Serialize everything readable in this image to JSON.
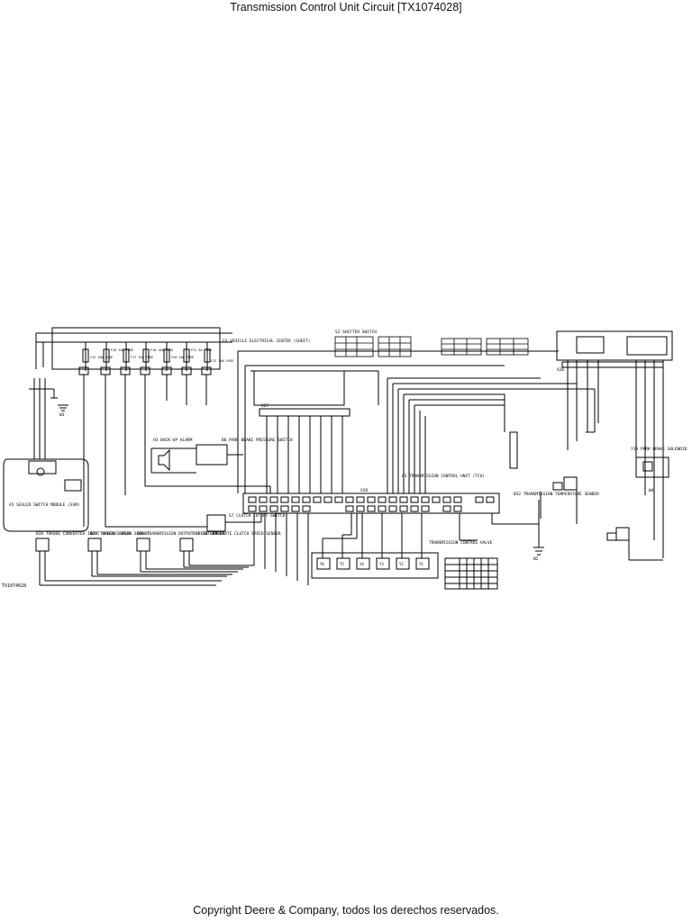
{
  "document": {
    "title": "Transmission Control Unit Circuit [TX1074028]",
    "footer": "Copyright Deere & Company, todos los derechos reservados."
  },
  "diagram": {
    "figure_id": "TX1074028",
    "labels": {
      "fuse_center": "G3 VEHICLE ELECTRICAL CENTER (SHEET)",
      "sealed_switch_module": "A5 SEALED SWITCH MODULE (SSM)",
      "transmission_control_unit": "A3 TRANSMISSION CONTROL UNIT (TCU)",
      "transmission_control_valve": "TRANSMISSION CONTROL VALVE",
      "clutch_cutoff_switch": "S7 CLUTCH CUTOFF SWITCH",
      "park_brake_pressure_switch": "B8 PARK BRAKE PRESSURE SWITCH",
      "back_up_alarm": "H3 BACK-UP ALARM",
      "transmission_output_speed_sensor": "B30 TRANSMISSION OUTPUT SPEED SENSOR",
      "transmission_temperature_sender": "B32 TRANSMISSION TEMPERATURE SENDER",
      "turbine_speed_sensor": "B29 TURBINE SPEED SENSOR",
      "engine_speed_sensor": "B28 TORQUE CONVERTER INPUT SPEED SENSOR",
      "intermediate_speed_sensor": "B31 INTERMEDIATE CLUTCH SPEED SENSOR",
      "park_brake_solenoid": "Y19 PARK BRAKE SOLENOID",
      "ground_w2": "W2",
      "ground_w3": "W3",
      "ground_w4": "W4",
      "connector_x26": "X26",
      "connector_x27": "X27",
      "connector_x28": "X28",
      "shift_selector_note": "S2 SHIFTER SWITCH",
      "fuses": [
        "F12 10A FUSE",
        "F16 10A FUSE",
        "F17 15A FUSE",
        "F18 10A FUSE",
        "F20 10A FUSE",
        "F21 5A FUSE",
        "F22 10A FUSE"
      ],
      "solenoids": [
        "Y6",
        "Y5",
        "Y4",
        "Y3",
        "Y2",
        "Y1"
      ]
    }
  }
}
